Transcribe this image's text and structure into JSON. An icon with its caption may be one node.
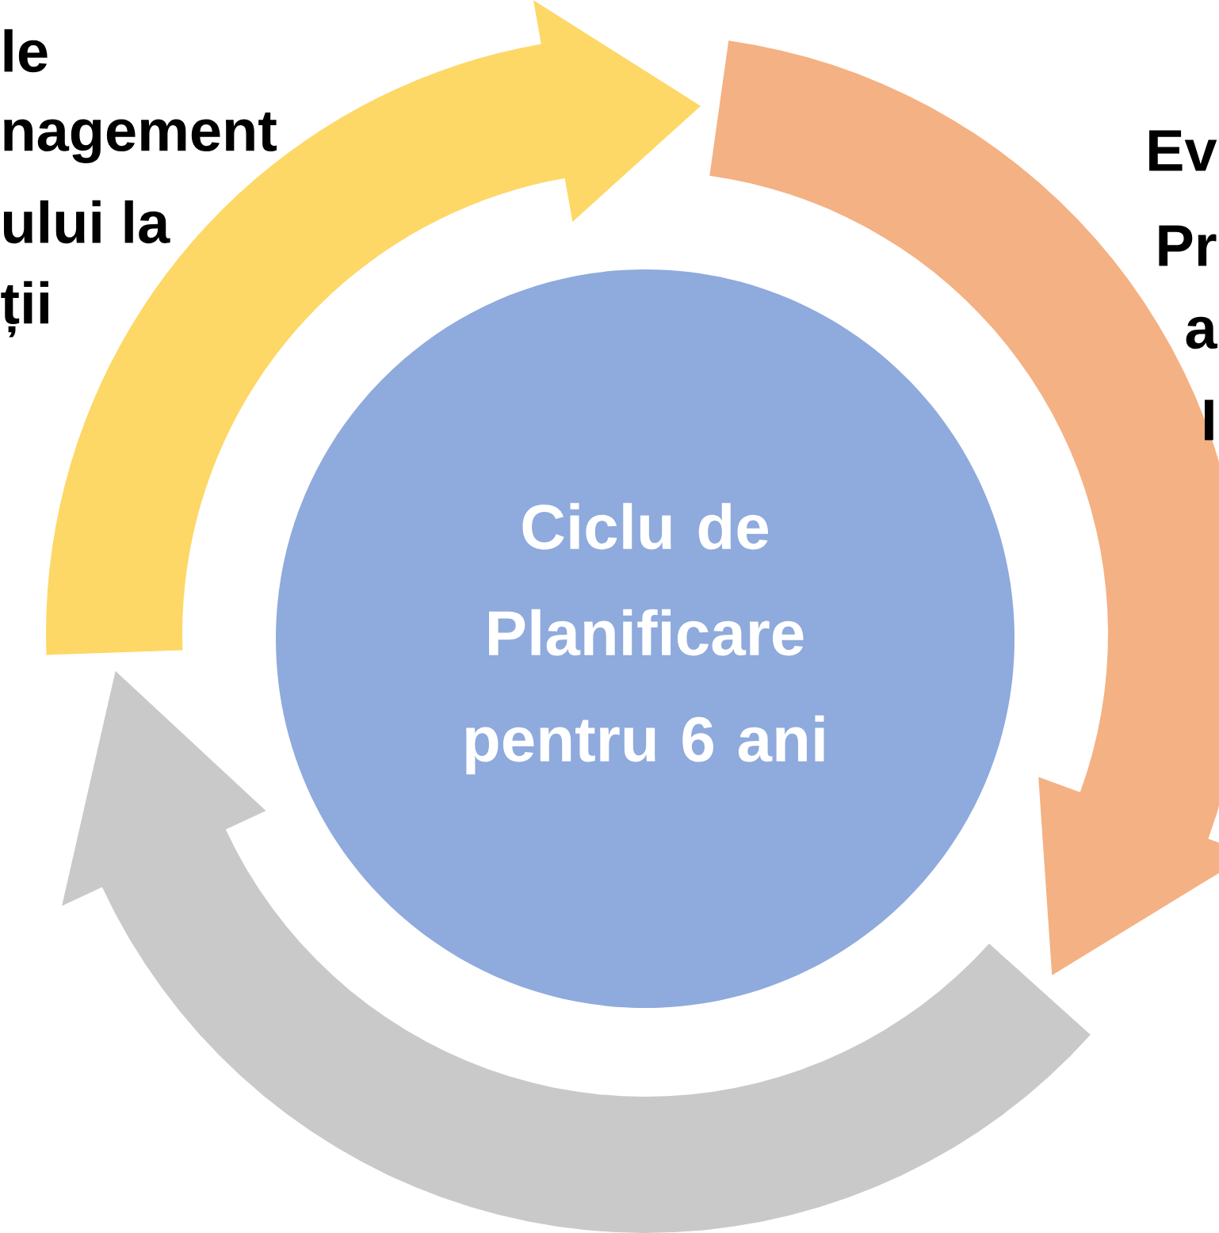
{
  "diagram": {
    "nodes": [
      {
        "text": [
          "Ciclu de Planificare pentru 6 ani"
        ]
      }
    ],
    "labels": [
      "le",
      "nagement",
      "ului la",
      "ții",
      "Ev",
      "Pr",
      "a",
      "I"
    ]
  }
}
